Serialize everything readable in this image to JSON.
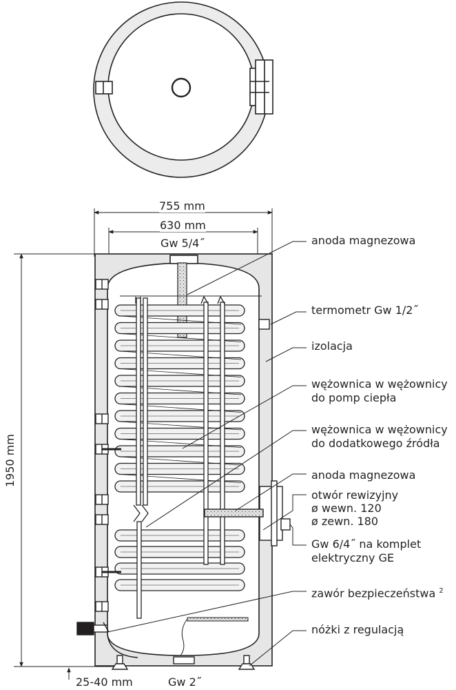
{
  "dimensions": {
    "outer_width": "755 mm",
    "inner_width": "630 mm",
    "top_connection": "Gw 5/4˝",
    "height": "1950 mm",
    "feet_adjustment": "25-40 mm",
    "bottom_connection": "Gw 2˝"
  },
  "labels": {
    "anode_top": "anoda magnezowa",
    "thermometer": "termometr Gw 1/2˝",
    "insulation": "izolacja",
    "coil1_line1": "wężownica w wężownicy",
    "coil1_line2": "do pomp ciepła",
    "coil2_line1": "wężownica w wężownicy",
    "coil2_line2": "do dodatkowego źródła",
    "anode_side": "anoda magnezowa",
    "inspection_line1": "otwór rewizyjny",
    "inspection_line2": "ø wewn. 120",
    "inspection_line3": "ø zewn. 180",
    "heater_line1": "Gw 6/4˝ na komplet",
    "heater_line2": "elektryczny GE",
    "safety_valve": "zawór bezpieczeństwa",
    "safety_valve_note": "2",
    "feet": "nóżki z regulacją"
  },
  "colors": {
    "line": "#231f20",
    "insulation": "#e6e6e6",
    "coil_fill": "#f2f2f2",
    "anode_fill": "#d9d9d9"
  }
}
